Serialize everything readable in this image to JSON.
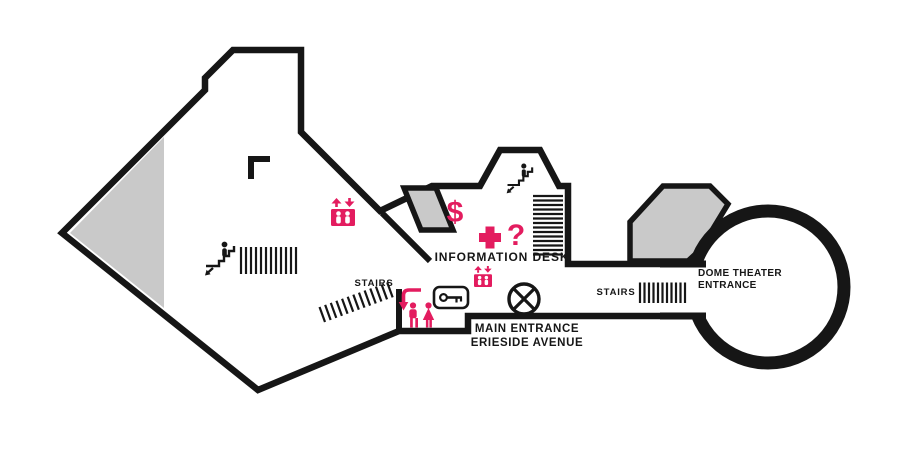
{
  "colors": {
    "outline": "#161616",
    "accent": "#e31c5f",
    "gray": "#c9c9c9",
    "background": "#ffffff"
  },
  "labels": {
    "information_desk": "INFORMATION DESK",
    "stairs_middle": "STAIRS",
    "stairs_right": "STAIRS",
    "main_entrance_line1": "MAIN ENTRANCE",
    "main_entrance_line2": "ERIESIDE AVENUE",
    "dome_theater_line1": "DOME THEATER",
    "dome_theater_line2": "ENTRANCE"
  },
  "glyphs": {
    "dollar": "$",
    "question": "?"
  },
  "icons": {
    "escalator_left": "escalator-icon",
    "escalator_info": "escalator-icon",
    "elevator_main": "elevator-icon",
    "elevator_entrance": "elevator-icon",
    "ticketing": "dollar-icon",
    "first_aid": "first-aid-cross-icon",
    "information": "question-mark-icon",
    "restrooms": "restrooms-icon",
    "coat_check": "key-icon",
    "wayfinding_arrow": "bent-arrow-icon",
    "entrance_marker": "circled-x-icon"
  }
}
